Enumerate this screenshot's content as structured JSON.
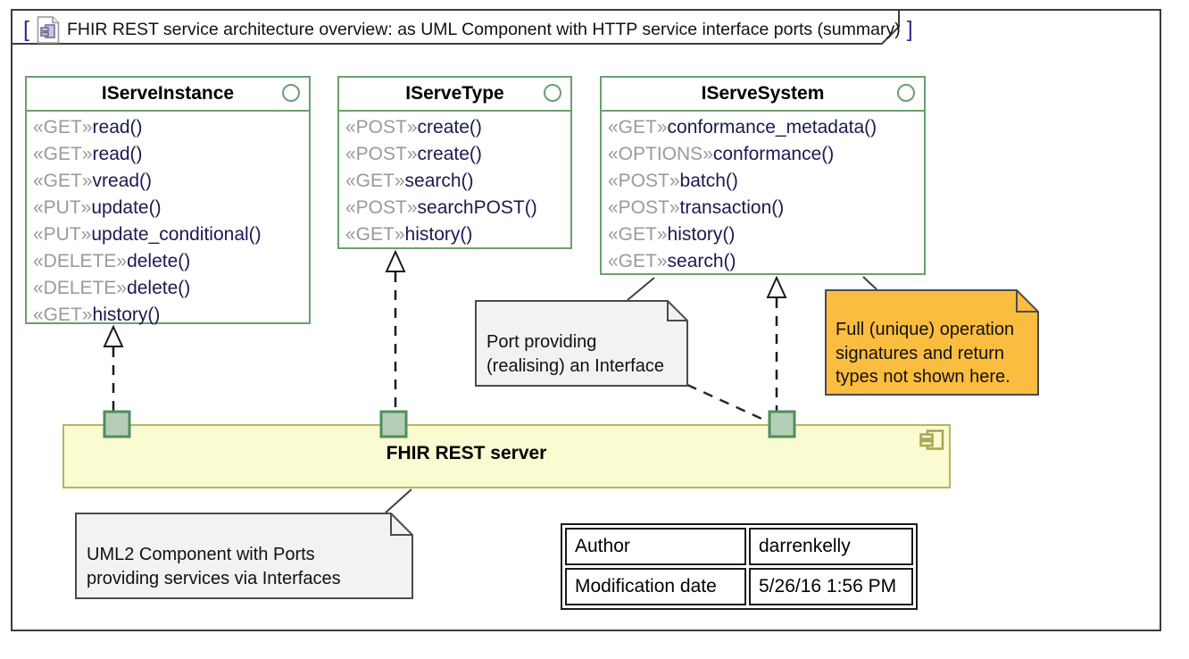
{
  "frame": {
    "bracket_left": "[",
    "bracket_right": "]",
    "title": "FHIR REST service architecture overview: as UML Component with HTTP service interface ports (summary)"
  },
  "interfaces": [
    {
      "name": "IServeInstance",
      "methods": [
        {
          "verb": "«GET»",
          "name": "read()"
        },
        {
          "verb": "«GET»",
          "name": "read()"
        },
        {
          "verb": "«GET»",
          "name": "vread()"
        },
        {
          "verb": "«PUT»",
          "name": "update()"
        },
        {
          "verb": "«PUT»",
          "name": "update_conditional()"
        },
        {
          "verb": "«DELETE»",
          "name": "delete()"
        },
        {
          "verb": "«DELETE»",
          "name": "delete()"
        },
        {
          "verb": "«GET»",
          "name": "history()"
        }
      ]
    },
    {
      "name": "IServeType",
      "methods": [
        {
          "verb": "«POST»",
          "name": "create()"
        },
        {
          "verb": "«POST»",
          "name": "create()"
        },
        {
          "verb": "«GET»",
          "name": "search()"
        },
        {
          "verb": "«POST»",
          "name": "searchPOST()"
        },
        {
          "verb": "«GET»",
          "name": "history()"
        }
      ]
    },
    {
      "name": "IServeSystem",
      "methods": [
        {
          "verb": "«GET»",
          "name": "conformance_metadata()"
        },
        {
          "verb": "«OPTIONS»",
          "name": "conformance()"
        },
        {
          "verb": "«POST»",
          "name": "batch()"
        },
        {
          "verb": "«POST»",
          "name": "transaction()"
        },
        {
          "verb": "«GET»",
          "name": "history()"
        },
        {
          "verb": "«GET»",
          "name": "search()"
        }
      ]
    }
  ],
  "component": {
    "name": "FHIR REST server"
  },
  "notes": [
    {
      "text": "Port providing\n(realising) an Interface",
      "fill": "#f2f2f2"
    },
    {
      "text": "Full (unique) operation\nsignatures and return\ntypes not shown here.",
      "fill": "#fbbd3f"
    },
    {
      "text": "UML2 Component with Ports\nproviding services via Interfaces",
      "fill": "#f2f2f2"
    }
  ],
  "info_table": {
    "rows": [
      {
        "label": "Author",
        "value": "darrenkelly"
      },
      {
        "label": "Modification date",
        "value": "5/26/16 1:56 PM"
      }
    ]
  },
  "icons": {
    "diagram_icon": "uml-component-diagram-page-icon",
    "component_icon": "uml-component-icon",
    "lollipop_icon": "provided-interface-circle-icon"
  },
  "colors": {
    "interface_border": "#6aa06e",
    "stereotype_text": "#9a9a9a",
    "method_text": "#1a1a52",
    "component_fill": "#fbfbd2",
    "component_border": "#b5b55e",
    "port_fill": "#b6ceb8",
    "port_border": "#4f8f58",
    "note_gray_fill": "#f2f2f2",
    "note_orange_fill": "#fbbd3f",
    "note_border": "#4a4a4a",
    "frame_border": "#3c3c3c"
  }
}
